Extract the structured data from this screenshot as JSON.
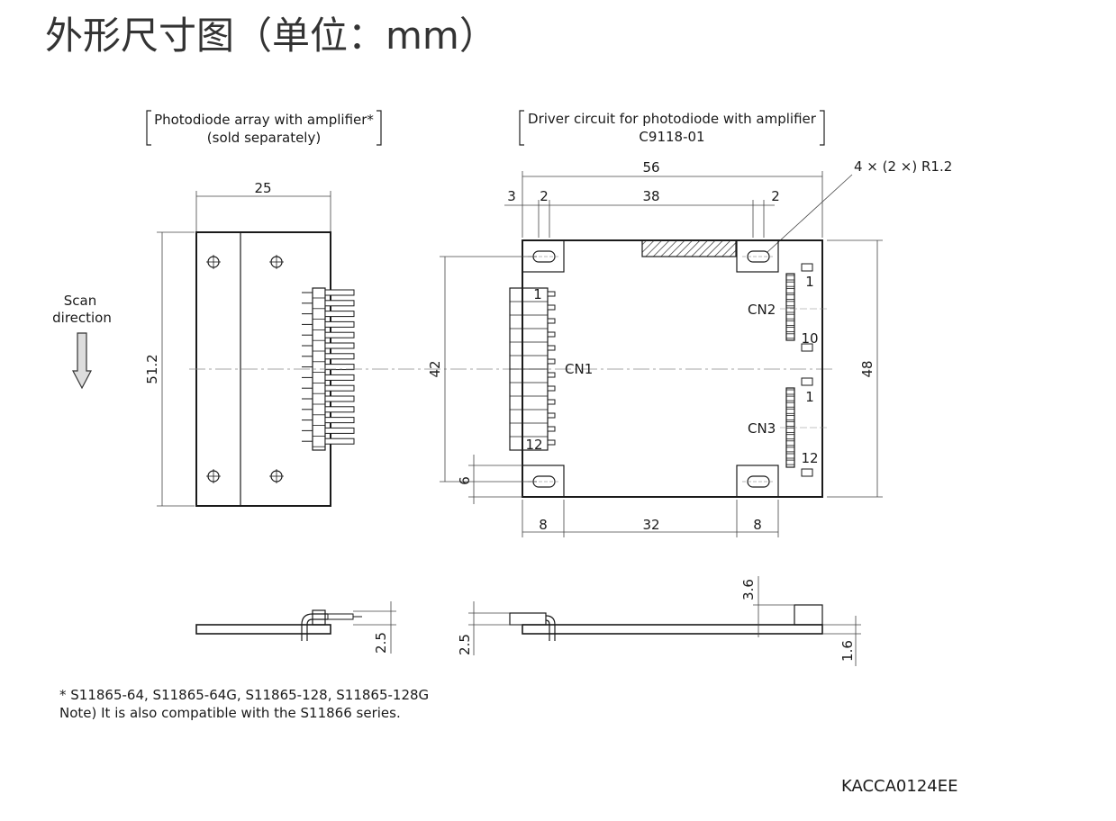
{
  "title": "外形尺寸图（单位：mm）",
  "left_part": {
    "label_line1": "Photodiode array with amplifier*",
    "label_line2": "(sold separately)",
    "width": "25",
    "height": "51.2",
    "side_height": "2.5"
  },
  "scan": {
    "line1": "Scan",
    "line2": "direction"
  },
  "right_part": {
    "label_line1": "Driver circuit for photodiode with amplifier",
    "label_line2": "C9118-01",
    "overall_width": "56",
    "dim_3": "3",
    "dim_2_left": "2",
    "dim_38": "38",
    "dim_2_right": "2",
    "radius_note": "4 × (2 ×) R1.2",
    "dim_42": "42",
    "dim_48": "48",
    "dim_6": "6",
    "dim_8_left": "8",
    "dim_32": "32",
    "dim_8_right": "8",
    "cn1": "CN1",
    "cn1_pin_first": "1",
    "cn1_pin_last": "12",
    "cn2": "CN2",
    "cn2_pin_first": "1",
    "cn2_pin_last": "10",
    "cn3": "CN3",
    "cn3_pin_first": "1",
    "cn3_pin_last": "12",
    "side_dim_25": "2.5",
    "side_dim_36": "3.6",
    "side_dim_16": "1.6"
  },
  "footnotes": {
    "line1": "* S11865-64, S11865-64G, S11865-128, S11865-128G",
    "line2": "Note) It is also compatible with the S11866 series."
  },
  "doc_code": "KACCA0124EE"
}
